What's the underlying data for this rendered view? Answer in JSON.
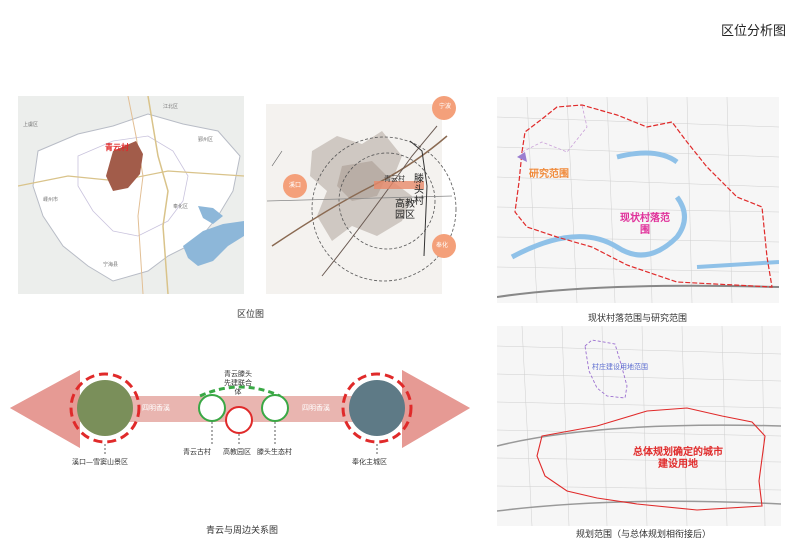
{
  "page": {
    "title": "区位分析图"
  },
  "location_map": {
    "caption": "区位图",
    "village_label": "青云村",
    "context_labels": {
      "north": "宁波",
      "west": "溪口",
      "southeast": "奉化",
      "village": "青云村",
      "zone": "滕头村",
      "park": "高教园区"
    }
  },
  "village_plan": {
    "caption": "现状村落范围与研究范围",
    "research_label": "研究范围",
    "village_label": "现状村落范围"
  },
  "relation_diagram": {
    "caption": "青云与周边关系图",
    "left_band": "四明香溪",
    "right_band": "四明香溪",
    "top_label": "青云滕头先建联合体",
    "nodes": [
      "青云古村",
      "高教园区",
      "滕头生态村"
    ],
    "left_end": "溪口—雪窦山景区",
    "right_end": "奉化主城区"
  },
  "planning_map": {
    "caption": "规划范围（与总体规划相衔接后）",
    "village_land_label": "村庄建设用地范围",
    "city_land_label": "总体规划确定的城市建设用地"
  },
  "colors": {
    "accent_red": "#e02a2a",
    "band_pink": "#e9b5b0",
    "node_green": "#39a845",
    "label_orange": "#f08a3a",
    "label_pink": "#e0309a"
  }
}
